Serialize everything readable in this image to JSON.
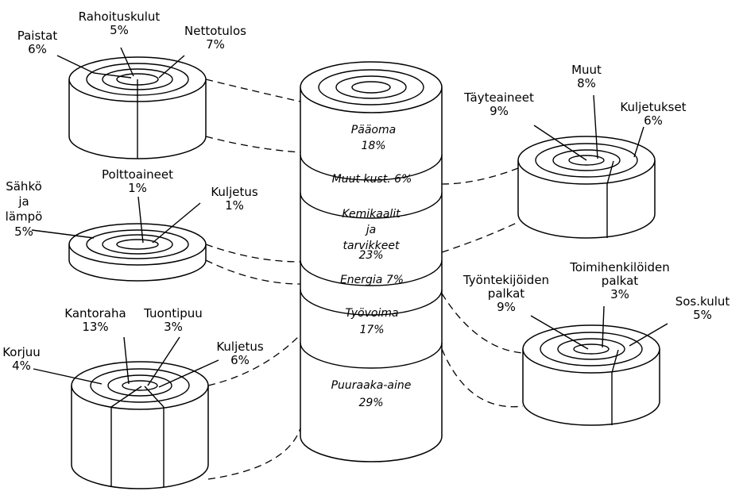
{
  "center_column": {
    "segments": [
      {
        "label": "Pääoma",
        "value": "18%"
      },
      {
        "label": "Muut kust. 6%",
        "value": ""
      },
      {
        "label": "Kemikaalit ja tarvikkeet",
        "value": "23%"
      },
      {
        "label": "Energia 7%",
        "value": ""
      },
      {
        "label": "Työvoima",
        "value": "17%"
      },
      {
        "label": "Puuraaka-aine",
        "value": "29%"
      }
    ]
  },
  "cylinders": {
    "top_left": {
      "slices": [
        {
          "label": "Paistat",
          "value": "6%"
        },
        {
          "label": "Rahoituskulut",
          "value": "5%"
        },
        {
          "label": "Nettotulos",
          "value": "7%"
        }
      ]
    },
    "middle_left": {
      "slices": [
        {
          "label": "Sähkö ja lämpö",
          "value": "5%"
        },
        {
          "label": "Polttoaineet",
          "value": "1%"
        },
        {
          "label": "Kuljetus",
          "value": "1%"
        }
      ]
    },
    "bottom_left": {
      "slices": [
        {
          "label": "Korjuu",
          "value": "4%"
        },
        {
          "label": "Kantoraha",
          "value": "13%"
        },
        {
          "label": "Tuontipuu",
          "value": "3%"
        },
        {
          "label": "Kuljetus",
          "value": "6%"
        }
      ]
    },
    "top_right": {
      "slices": [
        {
          "label": "Täyteaineet",
          "value": "9%"
        },
        {
          "label": "Muut",
          "value": "8%"
        },
        {
          "label": "Kuljetukset",
          "value": "6%"
        }
      ]
    },
    "bottom_right": {
      "slices": [
        {
          "label": "Työntekijöiden palkat",
          "value": "9%"
        },
        {
          "label": "Toimihenkilöiden palkat",
          "value": "3%"
        },
        {
          "label": "Sos.kulut",
          "value": "5%"
        }
      ]
    }
  }
}
